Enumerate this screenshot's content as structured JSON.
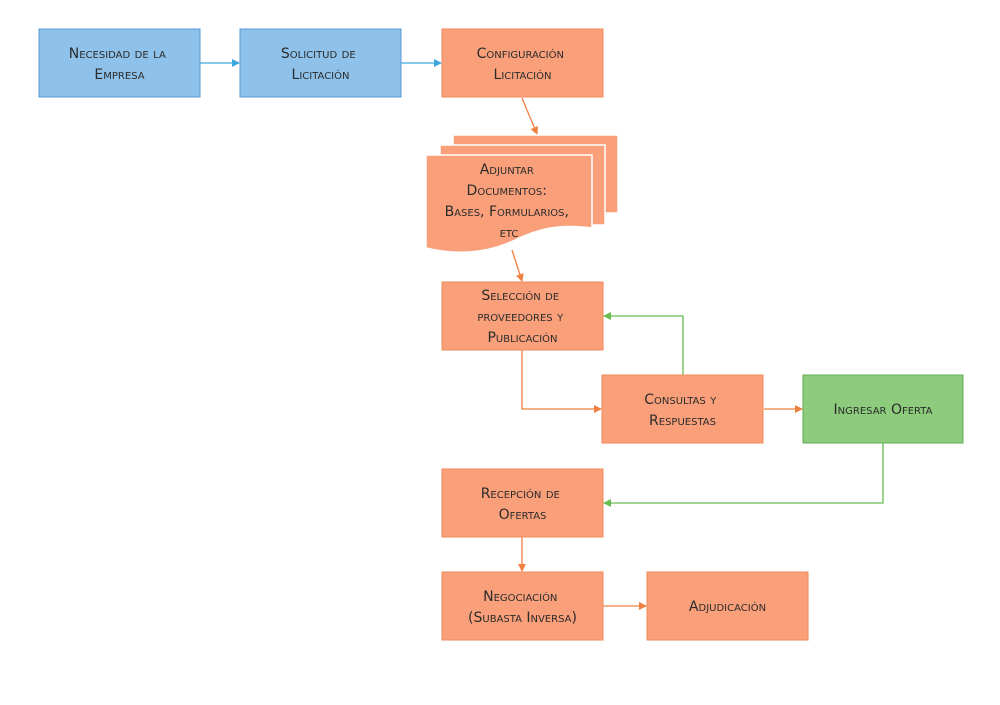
{
  "colors": {
    "blue_fill": "#8ec2ea",
    "blue_stroke": "#5a9bd3",
    "orange_fill": "#f9a07b",
    "orange_stroke": "#ee8a5a",
    "green_fill": "#8ccc7c",
    "green_stroke": "#62ab56",
    "connector_blue": "#3fa7dc",
    "connector_orange": "#f08040",
    "connector_green": "#67bd4f"
  },
  "nodes": {
    "necesidad": {
      "lines": [
        "Necesidad de la",
        "Empresa"
      ]
    },
    "solicitud": {
      "lines": [
        "Solicitud de",
        "Licitación"
      ]
    },
    "configuracion": {
      "lines": [
        "Configuración",
        "Licitación"
      ]
    },
    "adjuntar": {
      "lines": [
        "Adjuntar",
        "Documentos:",
        "Bases, Formularios,",
        "etc"
      ]
    },
    "seleccion": {
      "lines": [
        "Selección de",
        "proveedores y",
        "Publicación"
      ]
    },
    "consultas": {
      "lines": [
        "Consultas y",
        "Respuestas"
      ]
    },
    "ingresar": {
      "lines": [
        "Ingresar Oferta"
      ]
    },
    "recepcion": {
      "lines": [
        "Recepción de",
        "Ofertas"
      ]
    },
    "negociacion": {
      "lines": [
        "Negociación",
        "(Subasta Inversa)"
      ]
    },
    "adjudicacion": {
      "lines": [
        "Adjudicación"
      ]
    }
  }
}
